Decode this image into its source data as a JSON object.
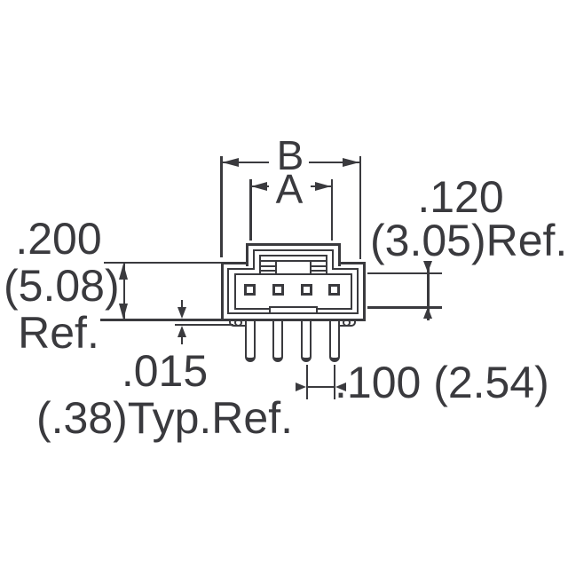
{
  "diagram": {
    "type": "connector-dimension-drawing",
    "title": "Shrouded header, front view with reference dimensions",
    "ink_color": "#3a3a3e",
    "background_color": "#ffffff",
    "component": {
      "name": "4-position shrouded pin header",
      "pin_count": 4,
      "features": [
        "polarization key slot",
        "center bottom tab",
        "corner standoff pegs",
        "round-tipped solder legs"
      ]
    },
    "labels": {
      "dim_b": "B",
      "dim_a": "A",
      "right_top": ".120",
      "right_bottom": "(3.05)Ref.",
      "left_line1": ".200",
      "left_line2": "(5.08)",
      "left_line3": "Ref.",
      "bottom_left_line1": ".015",
      "bottom_left_line2": "(.38)Typ.Ref.",
      "bottom_right": ".100 (2.54)"
    }
  }
}
